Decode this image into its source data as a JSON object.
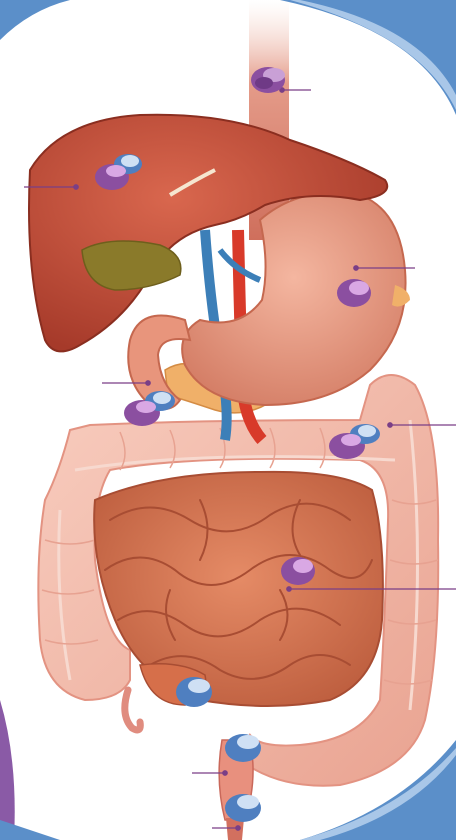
{
  "colors": {
    "background": "#ffffff",
    "corner_blue": "#5b8fc9",
    "corner_purple": "#8a5aa6",
    "liver": "#c9513b",
    "gallbladder": "#8a7a2a",
    "stomach": "#e79a82",
    "esophagus": "#d98576",
    "colon": "#f2b7a6",
    "small_intestine": "#d8714e",
    "pancreas": "#f0b069",
    "aorta": "#d83a2a",
    "vein": "#3c7fb8",
    "rectum": "#e8907e",
    "leader_line": "#7a3f86",
    "pill_purple": "#8b4fa0",
    "pill_blue": "#4f7fc0"
  },
  "markers": [
    {
      "organ": "esophagus",
      "icon": "pill-marker-icon",
      "color": "purple"
    },
    {
      "organ": "liver",
      "icon": "pill-marker-icon",
      "color": "purple"
    },
    {
      "organ": "stomach",
      "icon": "pill-marker-icon",
      "color": "purple"
    },
    {
      "organ": "duodenum",
      "icon": "pill-marker-icon",
      "color": "purple"
    },
    {
      "organ": "large-intestine",
      "icon": "pill-marker-icon",
      "color": "purple"
    },
    {
      "organ": "small-intestine",
      "icon": "pill-marker-icon",
      "color": "purple"
    },
    {
      "organ": "cecum",
      "icon": "pill-marker-icon",
      "color": "blue"
    },
    {
      "organ": "rectum",
      "icon": "pill-marker-icon",
      "color": "blue"
    },
    {
      "organ": "anus",
      "icon": "pill-marker-icon",
      "color": "blue"
    }
  ]
}
